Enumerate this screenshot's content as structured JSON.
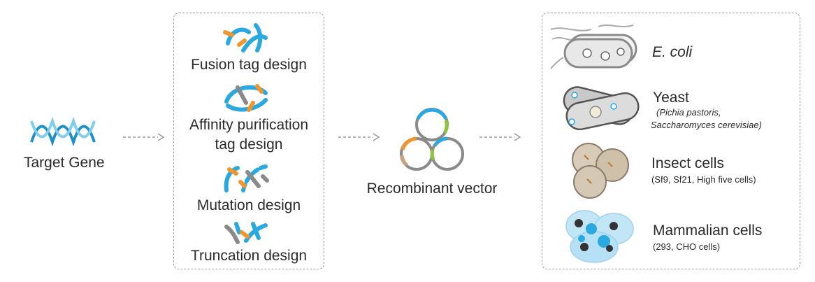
{
  "target_gene": {
    "label": "Target Gene"
  },
  "designs": {
    "items": [
      {
        "label": "Fusion tag design"
      },
      {
        "label_line1": "Affinity purification",
        "label_line2": "tag design"
      },
      {
        "label": "Mutation design"
      },
      {
        "label": "Truncation design"
      }
    ]
  },
  "vector": {
    "label": "Recombinant vector"
  },
  "hosts": {
    "ecoli": {
      "title": "E. coli"
    },
    "yeast": {
      "title": "Yeast",
      "sub_line1": "(Pichia pastoris,",
      "sub_line2": "Saccharomyces cerevisiae)"
    },
    "insect": {
      "title": "Insect cells",
      "sub": "(Sf9, Sf21, High five cells)"
    },
    "mammalian": {
      "title": "Mammalian cells",
      "sub": "(293, CHO cells)"
    }
  },
  "colors": {
    "blue": "#29a9e0",
    "orange": "#f0962d",
    "gray": "#8a8a8a",
    "green": "#8cc63f",
    "border": "#9a9a9a"
  }
}
